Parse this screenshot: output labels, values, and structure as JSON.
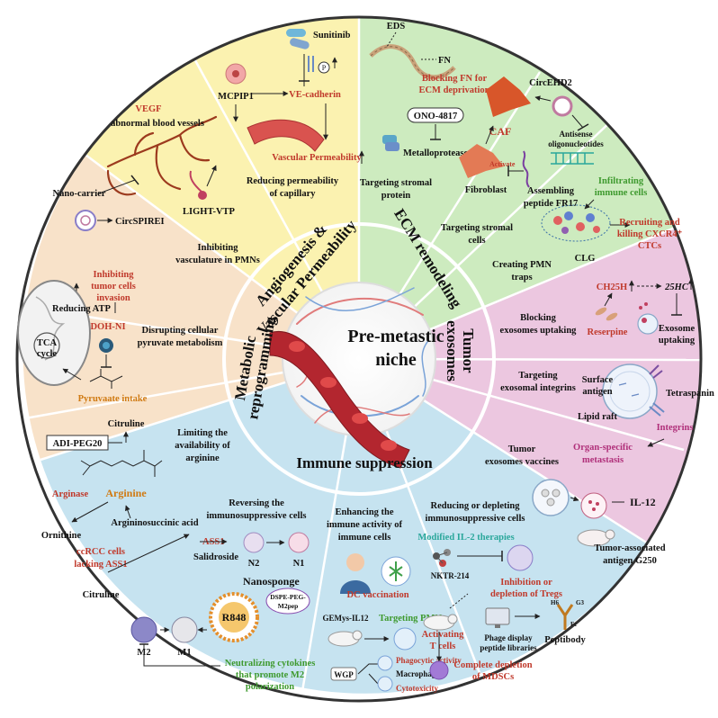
{
  "center": {
    "line1": "Pre-metastic",
    "line2": "niche"
  },
  "sectors": {
    "angiogenesis": {
      "title_line1": "Angiogenesis &",
      "title_line2": "Vascular Permeability"
    },
    "ecm": {
      "title": "ECM remodeling"
    },
    "exosomes": {
      "title_line1": "Tumor",
      "title_line2": "exosomes"
    },
    "immune": {
      "title": "Immune suppression"
    },
    "metabolic": {
      "title_line1": "Metabolic",
      "title_line2": "reprogramming"
    }
  },
  "angio": {
    "vegf": "VEGF",
    "abnormal_vessels": "abnormal blood vessels",
    "nano_carrier": "Nano-carrier",
    "light_vtp": "LIGHT-VTP",
    "circspirei": "CircSPIREI",
    "inhibiting_line1": "Inhibiting",
    "inhibiting_line2": "vasculature in PMNs",
    "sunitinib": "Sunitinib",
    "p_label": "P",
    "mcpip1": "MCPIP1",
    "ve_cadherin": "VE-cadherin",
    "vascular_perm": "Vascular Permeability",
    "reducing_line1": "Reducing permeability",
    "reducing_line2": "of capillary"
  },
  "ecm_panel": {
    "eds": "EDS",
    "fn": "FN",
    "blocking_line1": "Blocking FN for",
    "blocking_line2": "ECM deprivation",
    "ono": "ONO-4817",
    "metalloprotease": "Metalloprotease",
    "targeting_protein_line1": "Targeting stromal",
    "targeting_protein_line2": "protein",
    "circehd2": "CircEHD2",
    "caf": "CAF",
    "antisense_line1": "Antisense",
    "antisense_line2": "oligonucleotides",
    "activate": "Activate",
    "fibroblast": "Fibroblast",
    "assembling_line1": "Assembling",
    "assembling_line2": "peptide FR17",
    "targeting_cells_line1": "Targeting stromal",
    "targeting_cells_line2": "cells",
    "infiltrating_line1": "Infiltrating",
    "infiltrating_line2": "immune cells",
    "recruiting_line1": "Recruiting and",
    "recruiting_line2": "killing CXCR4⁺",
    "recruiting_line3": "CTCs",
    "clg": "CLG",
    "creating_line1": "Creating  PMN",
    "creating_line2": "traps"
  },
  "exo": {
    "ch25h": "CH25H",
    "hc25": "25HC",
    "blocking_line1": "Blocking",
    "blocking_line2": "exosomes uptaking",
    "reserpine": "Reserpine",
    "exosome_uptaking_line1": "Exosome",
    "exosome_uptaking_line2": "uptaking",
    "targeting_line1": "Targeting",
    "targeting_line2": "exosomal integrins",
    "surface_antigen_line1": "Surface",
    "surface_antigen_line2": "antigen",
    "tetraspanin": "Tetraspanin",
    "lipid_raft": "Lipid raft",
    "integrins": "Integrins",
    "organ_specific_line1": "Organ-specific",
    "organ_specific_line2": "metastasis",
    "vaccines_line1": "Tumor",
    "vaccines_line2": "exosomes vaccines",
    "il12": "IL-12",
    "tumor_antigen_line1": "Tumor-associated",
    "tumor_antigen_line2": "antigen G250"
  },
  "immune_panel": {
    "reversing_line1": "Reversing the",
    "reversing_line2": "immunosuppressive cells",
    "ass1": "ASS1",
    "salidroside": "Salidroside",
    "n2": "N2",
    "n1": "N1",
    "nanosponge": "Nanosponge",
    "r848": "R848",
    "dspe_line1": "DSPE-PEG-",
    "dspe_line2": "M2pep",
    "m2": "M2",
    "m1": "M1",
    "neutralizing_line1": "Neutralizing cytokines",
    "neutralizing_line2": "that promote M2",
    "neutralizing_line3": "polarization",
    "enhancing_line1": "Enhancing the",
    "enhancing_line2": "immune activity of",
    "enhancing_line3": "immune cells",
    "dc_vaccination": "DC vaccination",
    "gemys": "GEMys-IL12",
    "targeting_pmn": "Targeting PMN",
    "activating_line1": "Activating",
    "activating_line2": "T cells",
    "wgp": "WGP",
    "phagocytic": "Phagocytic activity",
    "macrophages": "Macrophages",
    "cytotoxicity": "Cytotoxicity",
    "reducing_line1": "Reducing or depleting",
    "reducing_line2": "immunosuppressive cells",
    "modified_il2": "Modified IL-2 therapies",
    "nktr": "NKTR-214",
    "inhibition_line1": "Inhibition or",
    "inhibition_line2": "depletion of Tregs",
    "phage_line1": "Phage display",
    "phage_line2": "peptide libraries",
    "h6": "H6",
    "g3": "G3",
    "fc": "Fc",
    "peptibody": "Peptibody",
    "complete_line1": "Complete depletion",
    "complete_line2": "of MDSCs"
  },
  "metab": {
    "inhibiting_line1": "Inhibiting",
    "inhibiting_line2": "tumor cells",
    "inhibiting_line3": "invasion",
    "reducing_atp": "Reducing ATP",
    "doh_ni": "DOH-NI",
    "disrupting_line1": "Disrupting cellular",
    "disrupting_line2": "pyruvate metabolism",
    "tca_line1": "TCA",
    "tca_line2": "cycle",
    "pyruvate_intake": "Pyruvaate intake",
    "citrulline_top": "Citruline",
    "adi": "ADI-PEG20",
    "limiting_line1": "Limiting the",
    "limiting_line2": "availability of",
    "limiting_line3": "arginine",
    "arginase": "Arginase",
    "arginine": "Arginine",
    "ornithine": "Ornithine",
    "argininosuccinic": "Argininosuccinic acid",
    "ccrcc_line1": "ccRCC cells",
    "ccrcc_line2": "lacking ASS1",
    "citrulline_bottom": "Citruline"
  },
  "colors": {
    "angio_bg": "#fbf2b0",
    "ecm_bg": "#cdebbf",
    "exo_bg": "#ecc7e0",
    "immune_bg": "#c6e3f0",
    "metab_bg": "#f8e2c9",
    "border": "#333333"
  }
}
